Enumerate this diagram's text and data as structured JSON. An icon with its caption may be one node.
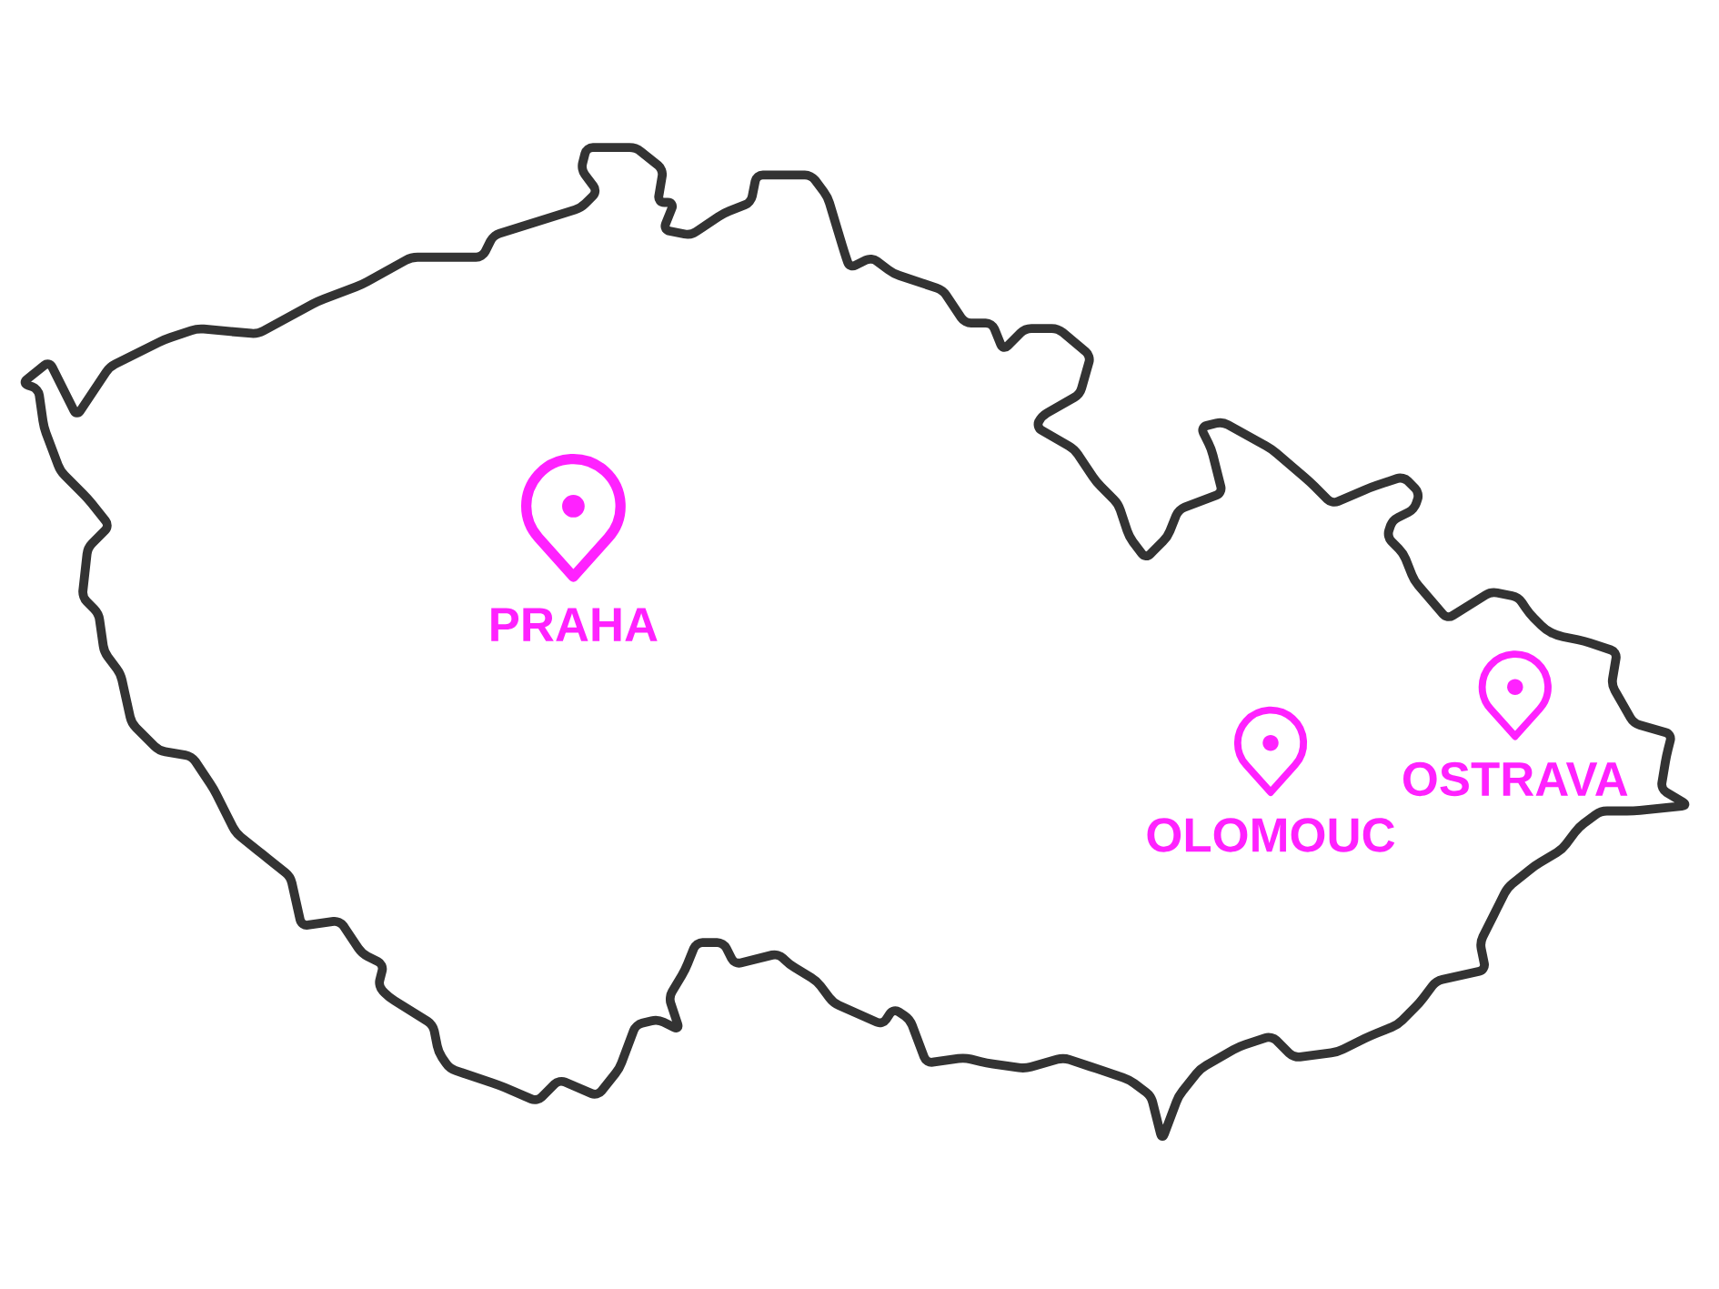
{
  "diagram": {
    "labels": [
      "PRAHA",
      "OLOMOUC",
      "OSTRAVA"
    ]
  }
}
